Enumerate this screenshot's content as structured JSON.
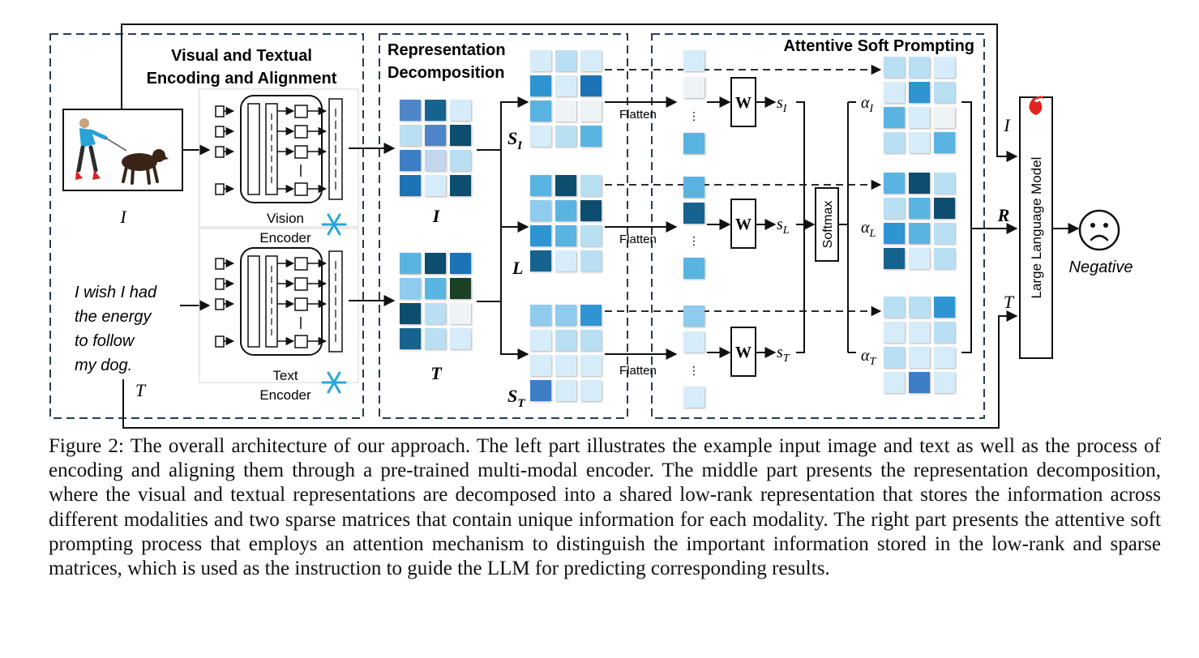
{
  "sections": {
    "encoding_title_line1": "Visual and Textual",
    "encoding_title_line2": "Encoding and Alignment",
    "decomposition_title_line1": "Representation",
    "decomposition_title_line2": "Decomposition",
    "prompting_title": "Attentive Soft Prompting"
  },
  "inputs": {
    "image_symbol": "I",
    "text_lines": [
      "I wish I had",
      "the energy",
      "to follow",
      "my dog."
    ],
    "text_symbol": "T"
  },
  "encoders": {
    "vision_line1": "Vision",
    "vision_line2": "Encoder",
    "text_line1": "Text",
    "text_line2": "Encoder",
    "frozen_icon": "snowflake-icon"
  },
  "decomposition": {
    "image_matrix_label": "I",
    "text_matrix_label": "T",
    "sparse_image_label": "S",
    "sparse_image_sub": "I",
    "lowrank_label": "L",
    "sparse_text_label": "S",
    "sparse_text_sub": "T"
  },
  "prompting": {
    "flatten_label": "Flatten",
    "dots": "⋮",
    "weight_label": "W",
    "score_I": "s",
    "score_I_sub": "I",
    "score_L": "s",
    "score_L_sub": "L",
    "score_T": "s",
    "score_T_sub": "T",
    "softmax_label": "Softmax",
    "alpha_I": "α",
    "alpha_I_sub": "I",
    "alpha_L": "α",
    "alpha_L_sub": "L",
    "alpha_T": "α",
    "alpha_T_sub": "T"
  },
  "llm": {
    "label": "Large Language Model",
    "input_I": "I",
    "input_R": "R",
    "input_T": "T",
    "output_label": "Negative",
    "output_icon": "sad-face-icon",
    "brand_icon": "flame-icon"
  },
  "caption": "Figure 2: The overall architecture of our approach. The left part illustrates the example input image and text as well as the process of encoding and aligning them through a pre-trained multi-modal encoder. The middle part presents the representation decomposition, where the visual and textual representations are decomposed into a shared low-rank representation that stores the information across different modalities and two sparse matrices that contain unique information for each modality. The right part presents the attentive soft prompting process that employs an attention mechanism to distinguish the important information stored in the low-rank and sparse matrices, which is used as the instruction to guide the LLM for predicting corresponding results."
}
